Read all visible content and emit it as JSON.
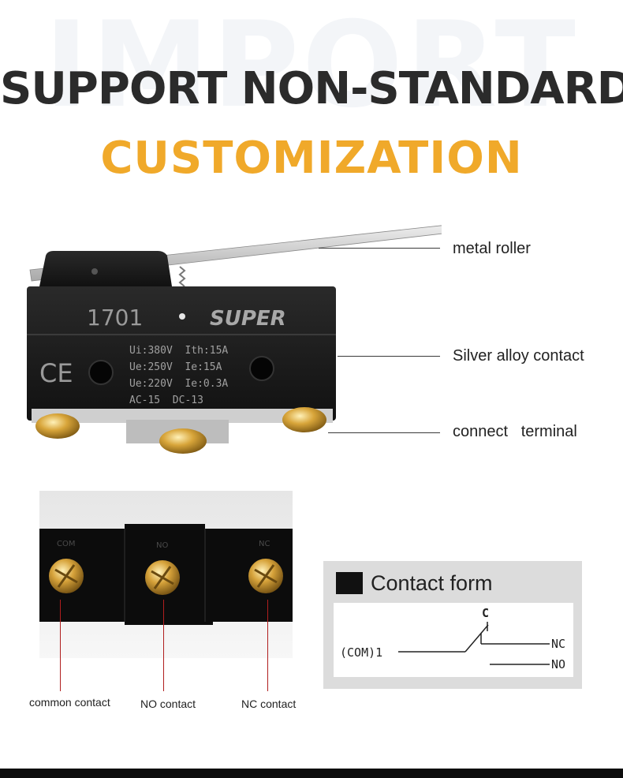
{
  "watermark": "IMPORT",
  "headline": {
    "line1": "SUPPORT NON-STANDARD",
    "line2": "CUSTOMIZATION"
  },
  "switch": {
    "model": "1701",
    "brand": "SUPER",
    "cert_mark": "CE",
    "ratings": [
      "Ui:380V  Ith:15A",
      "Ue:250V  Ie:15A",
      "Ue:220V  Ie:0.3A",
      "AC-15  DC-13"
    ]
  },
  "callouts": [
    "metal roller",
    "Silver alloy contact",
    "connect   terminal"
  ],
  "terminals": [
    {
      "mark": "COM",
      "label": "common contact"
    },
    {
      "mark": "NO",
      "label": "NO contact"
    },
    {
      "mark": "NC",
      "label": "NC contact"
    }
  ],
  "contact_form": {
    "title": "Contact form",
    "common": "(COM)1",
    "c_mark": "C",
    "nc": "NC",
    "no": "NO"
  },
  "colors": {
    "accent": "#f0a92a",
    "heading": "#2b2b2b",
    "label_line": "#b01e1e"
  }
}
